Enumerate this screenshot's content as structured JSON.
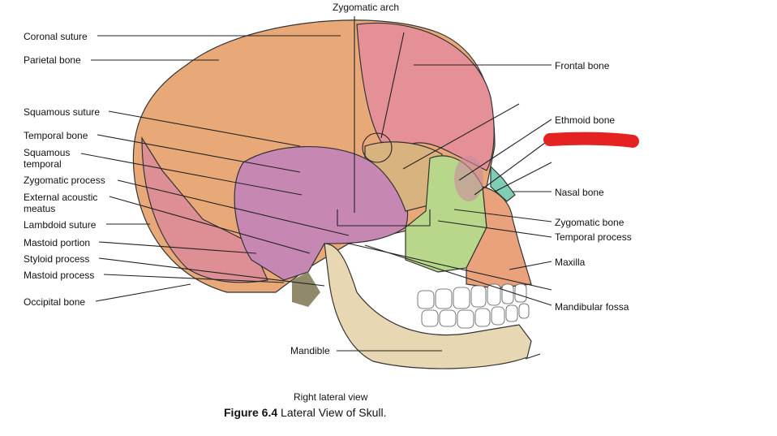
{
  "top_label": "Zygomatic arch",
  "left_labels": [
    "Coronal suture",
    "Parietal bone",
    "Squamous suture",
    "Temporal bone",
    "Squamous temporal",
    "Zygomatic process",
    "External acoustic meatus",
    "Lambdoid suture",
    "Mastoid portion",
    "Styloid process",
    "Mastoid process",
    "Occipital bone"
  ],
  "right_labels": [
    "Frontal bone",
    "Ethmoid bone",
    "Nasal bone",
    "Zygomatic bone",
    "Temporal process",
    "Maxilla",
    "Mandibular fossa"
  ],
  "bottom_label": "Mandible",
  "view_label": "Right lateral view",
  "caption": {
    "bold": "Figure 6.4",
    "text": " Lateral View of Skull."
  },
  "colors": {
    "parietal": "#e8a878",
    "frontal": "#e49096",
    "temporal": "#c787b3",
    "occipital": "#de8f95",
    "sphenoid": "#d8b27f",
    "zygomatic": "#b9d78a",
    "maxilla": "#eaa27c",
    "mandible": "#e7d7b2",
    "nasal": "#7fcdb5",
    "teeth": "#ffffff",
    "redaction": "#e52222"
  }
}
